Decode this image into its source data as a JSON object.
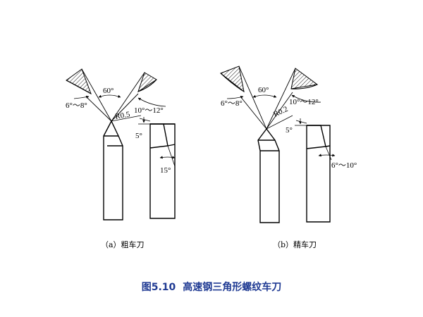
{
  "title": {
    "figure_number": "图5.10",
    "text": "高速钢三角形螺纹车刀",
    "color": "#1f3a93"
  },
  "tools": [
    {
      "id": "a",
      "caption": "（a）粗车刀",
      "angle_profile": "60°",
      "angle_left": "6°～8°",
      "angle_right": "10°～12°",
      "nose_radius": "R0.5",
      "angle_top_side": "5°",
      "angle_side_clearance": "15°"
    },
    {
      "id": "b",
      "caption": "（b）精车刀",
      "angle_profile": "60°",
      "angle_left": "6°～8°",
      "angle_right": "10°～12°",
      "nose_radius": "R0.2",
      "angle_top_side": "5°",
      "angle_side_clearance": "6°～10°"
    }
  ]
}
